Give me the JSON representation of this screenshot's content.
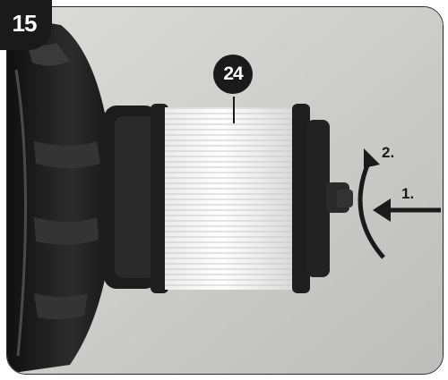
{
  "figure": {
    "step_number": "15",
    "part_callout": "24",
    "arrow_labels": {
      "rotate": "2.",
      "push": "1."
    }
  },
  "colors": {
    "badge": "#1a1a1a",
    "background": "#cfcfcd",
    "filter_pleats": "#f4f4f4",
    "housing": "#232323"
  }
}
